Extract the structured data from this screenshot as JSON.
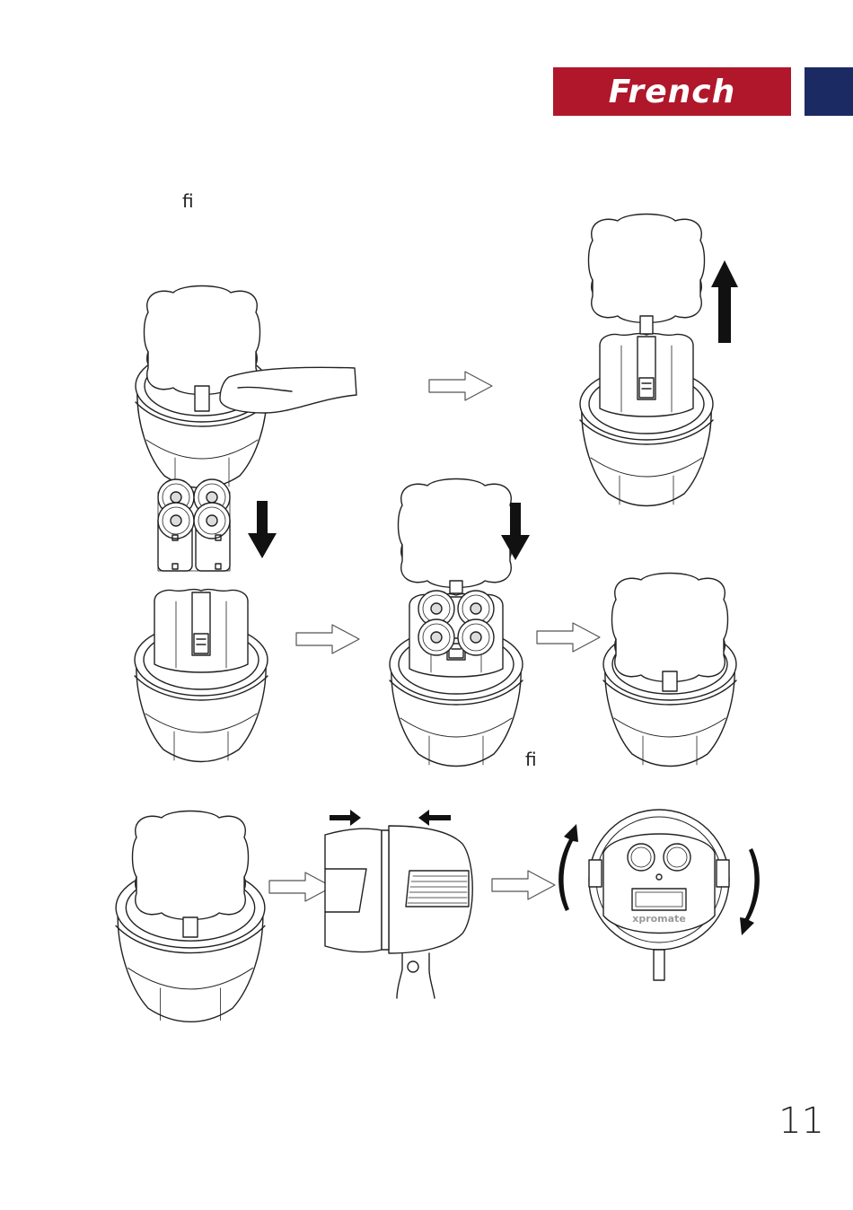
{
  "header": {
    "language_label": "French",
    "colors": {
      "banner": "#b0172a",
      "tab": "#1c2a63"
    }
  },
  "text_fragments": {
    "step1_marker": "ﬁ",
    "step2_marker": "ﬁ"
  },
  "figure": {
    "brand_label": "xpromate"
  },
  "footer": {
    "page_number": "11"
  }
}
